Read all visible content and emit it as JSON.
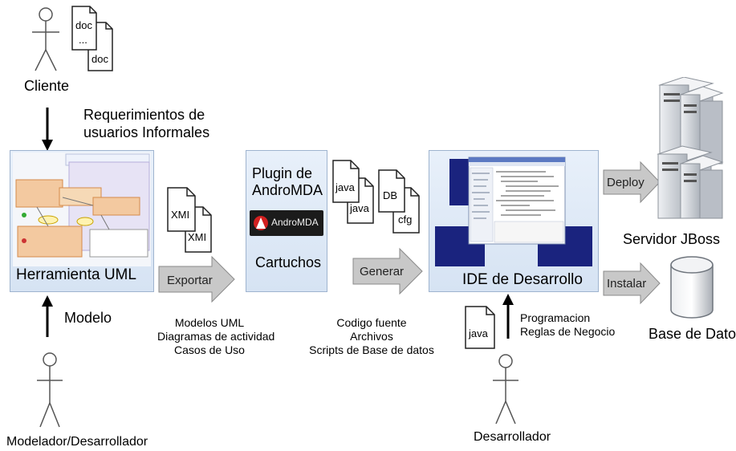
{
  "actors": {
    "client": "Cliente",
    "modeler": "Modelador/Desarrollador",
    "developer": "Desarrollador"
  },
  "docs": {
    "client_doc_top": "doc",
    "client_doc_dots": "...",
    "client_doc_bottom": "doc",
    "xmi_top": "XMI",
    "xmi_bottom": "XMI",
    "java_top": "java",
    "java_bottom": "java",
    "db": "DB",
    "cfg": "cfg",
    "java_dev": "java"
  },
  "labels": {
    "requirements": "Requerimientos de\nusuarios Informales",
    "model": "Modelo",
    "uml_outputs": "Modelos UML\nDiagramas de actividad\nCasos de Uso",
    "code_outputs": "Codigo fuente\nArchivos\nScripts de Base de datos",
    "programming": "Programacion\nReglas de Negocio"
  },
  "panels": {
    "uml_tool": "Herramienta UML",
    "plugin_title": "Plugin de\nAndroMDA",
    "andromda_logo": "AndroMDA",
    "cartridges": "Cartuchos",
    "ide": "IDE de Desarrollo"
  },
  "arrows": {
    "export": "Exportar",
    "generate": "Generar",
    "deploy": "Deploy",
    "install": "Instalar"
  },
  "servers": {
    "jboss": "Servidor JBoss",
    "database": "Base de Datos"
  },
  "colors": {
    "panel_bg": "#dbe6f4",
    "arrow_fill": "#c8c8c8",
    "ide_blue": "#1a237e",
    "server_gray": "#cfd3d8"
  }
}
